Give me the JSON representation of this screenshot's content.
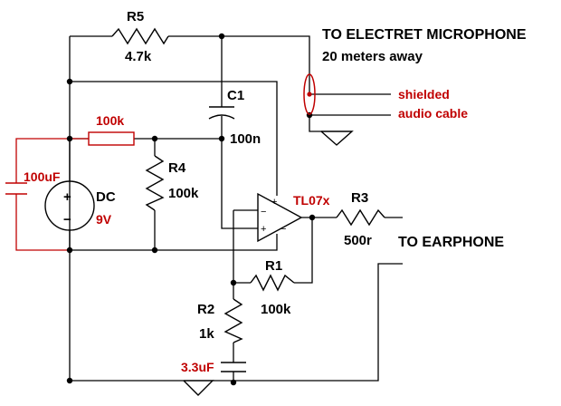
{
  "labels": {
    "r5_name": "R5",
    "r5_value": "4.7k",
    "c1_name": "C1",
    "c1_value": "100n",
    "r_top_value": "100k",
    "r4_name": "R4",
    "r4_value": "100k",
    "cap_left_value": "100uF",
    "source_name": "DC",
    "source_value": "9V",
    "opamp_name": "TL07x",
    "r3_name": "R3",
    "r3_value": "500r",
    "r1_name": "R1",
    "r1_value": "100k",
    "r2_name": "R2",
    "r2_value": "1k",
    "cap_bottom_value": "3.3uF",
    "mic_line1": "TO ELECTRET MICROPHONE",
    "mic_line2": "20 meters away",
    "cable_line1": "shielded",
    "cable_line2": "audio cable",
    "earphone": "TO EARPHONE",
    "pin_minus": "−",
    "pin_plus": "+",
    "src_plus": "+",
    "src_minus": "−"
  },
  "colors": {
    "wire": "#000000",
    "accent": "#c00000"
  }
}
